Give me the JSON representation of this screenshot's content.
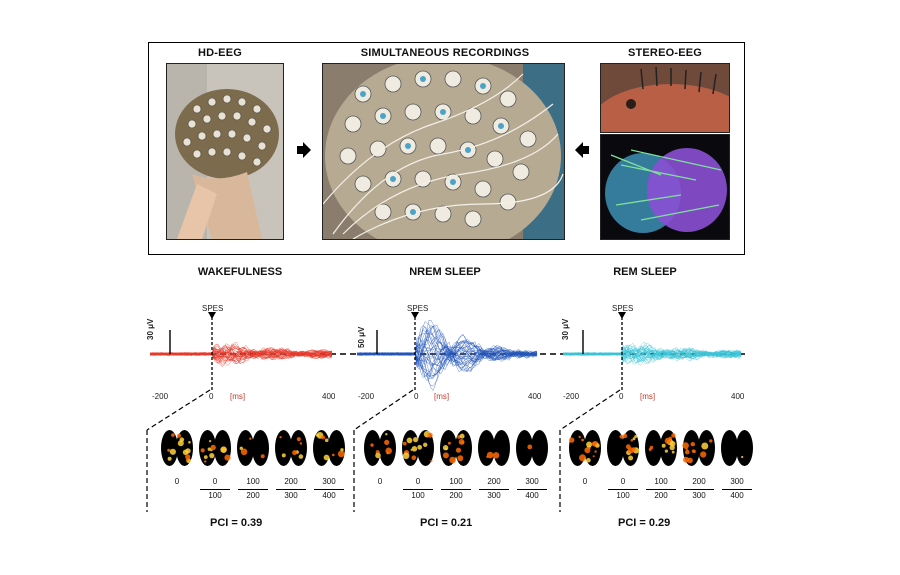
{
  "panel": {
    "hd_eeg": "HD-EEG",
    "simultaneous": "SIMULTANEOUS RECORDINGS",
    "stereo_eeg": "STEREO-EEG"
  },
  "states": [
    {
      "name": "WAKEFULNESS",
      "pci": "PCI = 0.39",
      "scale": "30 μV",
      "color": "#e53b2c",
      "amplitude": 0.55
    },
    {
      "name": "NREM SLEEP",
      "pci": "PCI = 0.21",
      "scale": "50 μV",
      "color": "#2456b8",
      "amplitude": 1.0
    },
    {
      "name": "REM SLEEP",
      "pci": "PCI = 0.29",
      "scale": "30 μV",
      "color": "#3cc3d6",
      "amplitude": 0.55
    }
  ],
  "stim_label": "SPES",
  "time_axis": {
    "start": "-200",
    "zero": "0",
    "end": "400",
    "unit": "[ms]"
  },
  "bins": [
    {
      "top": "0",
      "bottom": ""
    },
    {
      "top": "0",
      "bottom": "100"
    },
    {
      "top": "100",
      "bottom": "200"
    },
    {
      "top": "200",
      "bottom": "300"
    },
    {
      "top": "300",
      "bottom": "400"
    }
  ],
  "colors": {
    "frame": "#000000",
    "brain_bg": "#000000",
    "brain_hot": "#ff6a00"
  }
}
